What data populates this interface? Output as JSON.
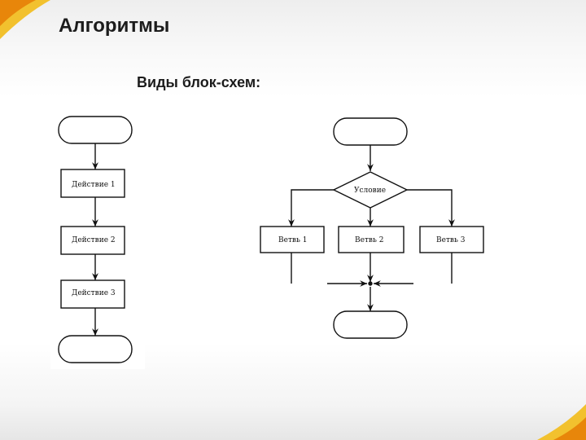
{
  "slide": {
    "title": "Алгоритмы",
    "subtitle": "Виды блок-схем:"
  },
  "linear_flowchart": {
    "action_1": "Действие 1",
    "action_2": "Действие 2",
    "action_3": "Действие 3"
  },
  "branching_flowchart": {
    "condition": "Условие",
    "branch_1": "Ветвь 1",
    "branch_2": "Ветвь 2",
    "branch_3": "Ветвь 3"
  },
  "colors": {
    "stroke": "#111111",
    "background": "#ffffff",
    "corner_accent_orange": "#e8860a",
    "corner_accent_yellow": "#f2c12e"
  }
}
